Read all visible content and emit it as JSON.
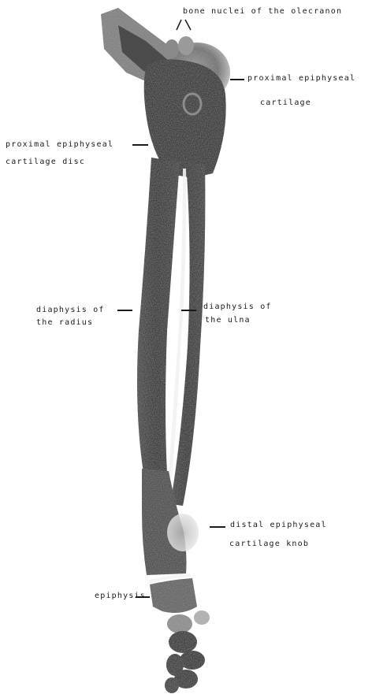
{
  "labels": {
    "olecranon_nuclei": "bone nuclei of the olecranon",
    "proximal_cartilage_l1": "proximal epiphyseal",
    "proximal_cartilage_l2": "cartilage",
    "proximal_disc_l1": "proximal epiphyseal",
    "proximal_disc_l2": "cartilage disc",
    "radius_l1": "diaphysis of",
    "radius_l2": "the radius",
    "ulna_l1": "diaphysis of",
    "ulna_l2": "the ulna",
    "distal_knob_l1": "distal epiphyseal",
    "distal_knob_l2": "cartilage knob",
    "epiphysis": "epiphysis"
  }
}
